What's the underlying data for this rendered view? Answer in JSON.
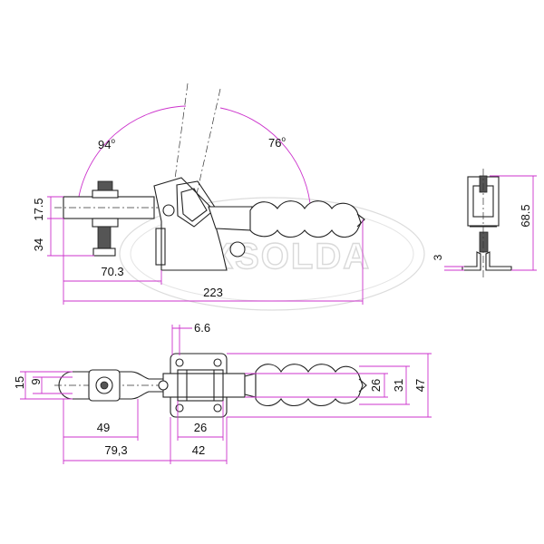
{
  "watermark": {
    "text": "FIXSOLDA"
  },
  "angles": {
    "left": "94",
    "right": "76",
    "degree_mark": "o"
  },
  "side_view": {
    "dim_17_5": "17.5",
    "dim_34": "34",
    "dim_70_3": "70.3",
    "dim_223": "223"
  },
  "end_view": {
    "dim_3": "3",
    "dim_68_5": "68.5"
  },
  "top_view": {
    "dim_6_6": "6.6",
    "dim_15": "15",
    "dim_9": "9",
    "dim_26_v": "26",
    "dim_31": "31",
    "dim_47": "47",
    "dim_49": "49",
    "dim_26_h": "26",
    "dim_79_3": "79,3",
    "dim_42": "42"
  },
  "colors": {
    "dimension": "#cc33cc",
    "part": "#222222",
    "watermark": "#d9d9d9"
  }
}
